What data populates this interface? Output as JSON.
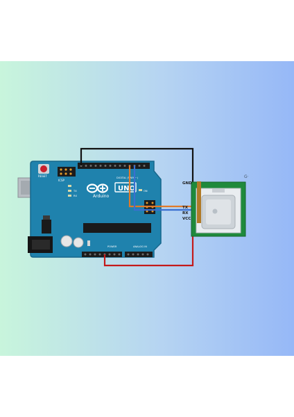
{
  "board": {
    "brand": "Arduino",
    "model": "UNO",
    "reset_label": "RESET",
    "icsp_label": "ICSP",
    "digital_label": "DIGITAL (PWM ~)",
    "power_label": "POWER",
    "analog_label": "ANALOG IN",
    "tx_label": "TX",
    "rx_label": "RX",
    "on_label": "ON"
  },
  "module": {
    "partial_label": "G·",
    "pins": [
      {
        "label": "GND"
      },
      {
        "label": "TX"
      },
      {
        "label": "RX"
      },
      {
        "label": "VCC"
      }
    ]
  },
  "colors": {
    "board": "#1f82ad",
    "board_edge": "#17678c",
    "module_pcb": "#1f8a3c",
    "antenna": "#cdd3d8",
    "wire_gnd": "#111111",
    "wire_tx": "#e07a2a",
    "wire_rx": "#3a6fd1",
    "wire_vcc": "#c41a1a"
  }
}
